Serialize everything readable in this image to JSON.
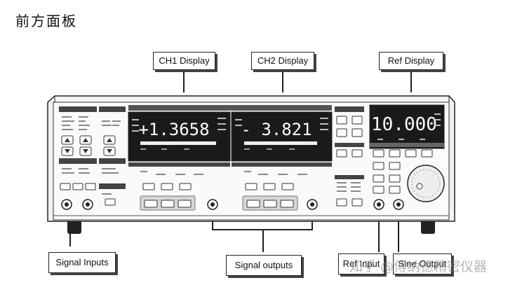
{
  "heading": "前方面板",
  "labels": {
    "ch1_display": "CH1 Display",
    "ch2_display": "CH2 Display",
    "ref_display": "Ref Display",
    "signal_inputs": "Signal Inputs",
    "signal_outputs": "Signal outputs",
    "ref_input": "Ref Input",
    "sine_output": "Sine Output"
  },
  "readouts": {
    "ch1": "+1.3658",
    "ch2": "- 3.821",
    "ref": "10.000"
  },
  "watermark": "知乎 @傅纳德精密仪器"
}
